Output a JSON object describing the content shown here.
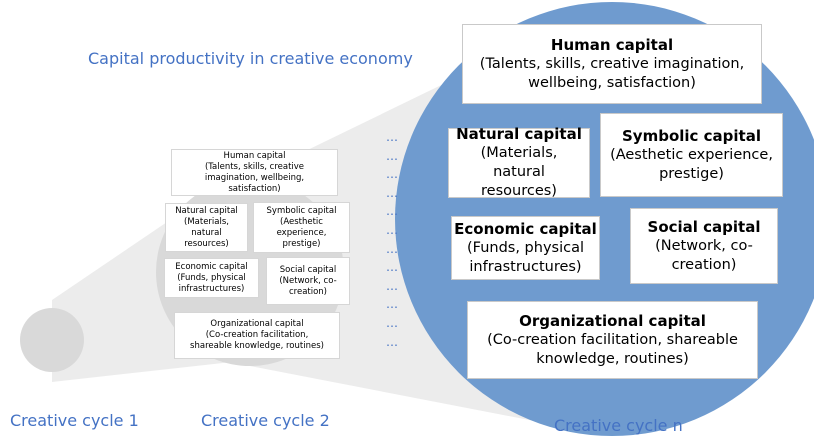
{
  "title": "Capital productivity in creative economy",
  "cycles": [
    {
      "label": "Creative cycle 1"
    },
    {
      "label": "Creative cycle 2"
    },
    {
      "label": "Creative cycle n"
    }
  ],
  "capitals": {
    "human": {
      "title": "Human capital",
      "desc": "(Talents, skills, creative imagination, wellbeing, satisfaction)"
    },
    "natural": {
      "title": "Natural capital",
      "desc": "(Materials, natural resources)"
    },
    "symbolic": {
      "title": "Symbolic capital",
      "desc": "(Aesthetic experience, prestige)"
    },
    "economic": {
      "title": "Economic capital",
      "desc": "(Funds, physical infrastructures)"
    },
    "social": {
      "title": "Social capital",
      "desc": "(Network, co-creation)"
    },
    "organizational": {
      "title": "Organizational capital",
      "desc": "(Co-creation facilitation, shareable knowledge, routines)"
    }
  },
  "dots": [
    "…",
    "…",
    "…",
    "…",
    "…",
    "…",
    "…",
    "…",
    "…",
    "…",
    "…",
    "…"
  ],
  "colors": {
    "cycle_n_fill": "#6f9bcf",
    "cycle_fill": "#d9d9d9",
    "cone_fill": "#ececec",
    "label_color": "#4472c4"
  }
}
